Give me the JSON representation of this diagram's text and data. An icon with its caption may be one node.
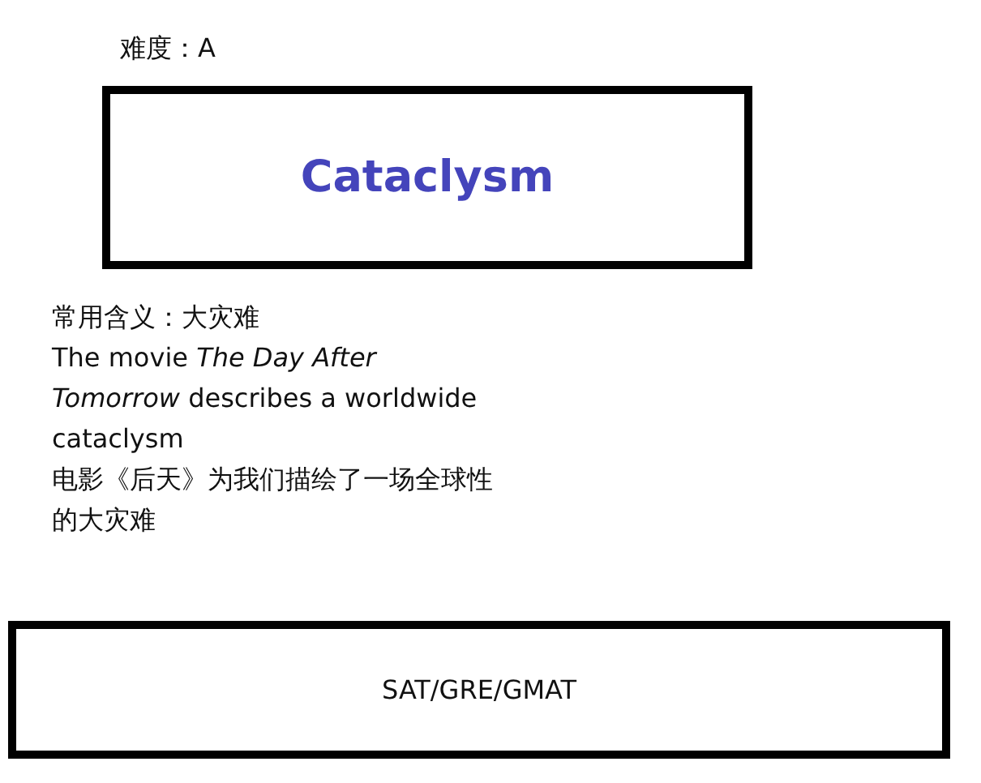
{
  "diagram": {
    "nodes": [
      {
        "text": [
          "Cataclysm"
        ]
      },
      {
        "text": [
          "SAT/GRE/GMAT"
        ]
      }
    ],
    "labels": [
      "难度：A",
      "常用含义：大灾难",
      "The movie *The Day After Tomorrow* describes a worldwide cataclysm",
      "电影《后天》为我们描绘了一场全球性的大灾难"
    ]
  }
}
